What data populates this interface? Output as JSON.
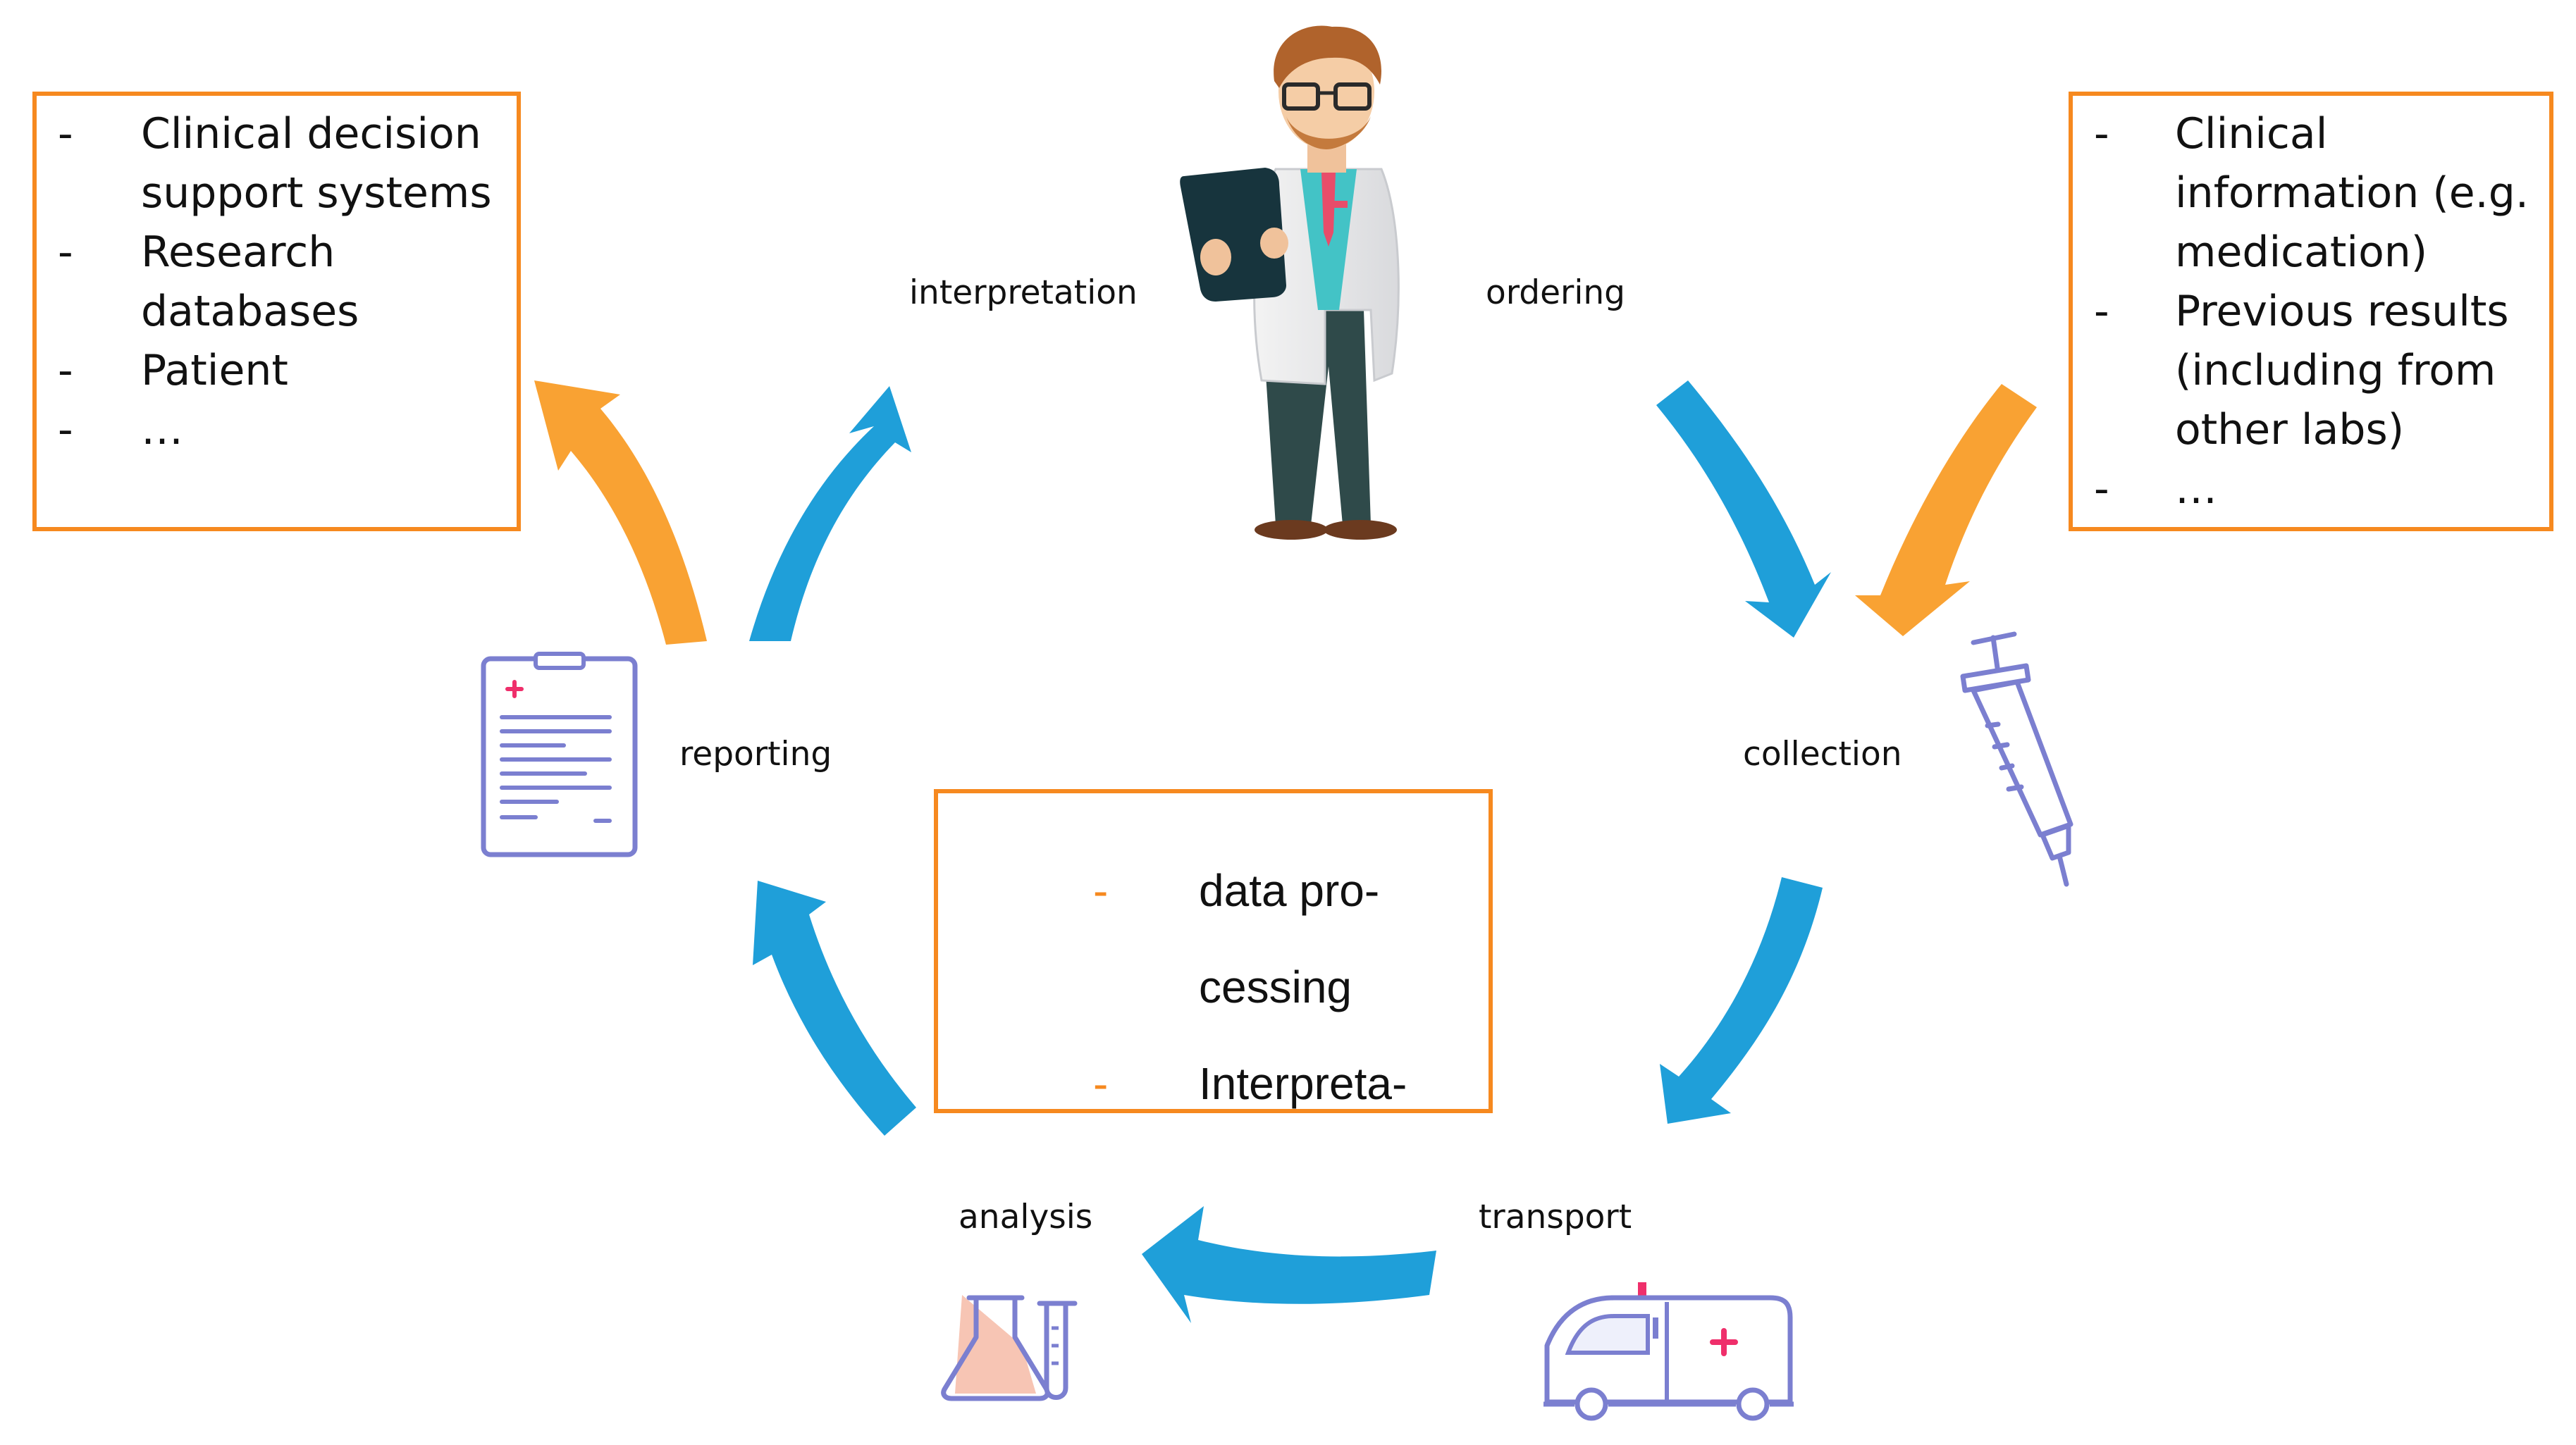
{
  "colors": {
    "cycle_arrow": "#1f9fd9",
    "input_arrow": "#f9a233",
    "box_border": "#f6891f",
    "icon_outline": "#7b7fd0",
    "icon_accent": "#ef2f6b"
  },
  "stages": {
    "interpretation": "interpretation",
    "ordering": "ordering",
    "collection": "collection",
    "transport": "transport",
    "analysis": "analysis",
    "reporting": "reporting"
  },
  "boxes": {
    "left": {
      "items": [
        {
          "dash": "-",
          "text": "Clinical decision support systems"
        },
        {
          "dash": "-",
          "text": "Research databases"
        },
        {
          "dash": "-",
          "text": "Patient"
        },
        {
          "dash": "-",
          "text": "…"
        }
      ]
    },
    "right": {
      "items": [
        {
          "dash": "-",
          "text": "Clinical information (e.g. medication)"
        },
        {
          "dash": "-",
          "text": "Previous results (including from other labs)"
        },
        {
          "dash": "-",
          "text": "…"
        }
      ]
    },
    "center": {
      "items": [
        {
          "dash": "-",
          "text": "data pro-"
        },
        {
          "dash": "",
          "text": "cessing"
        },
        {
          "dash": "-",
          "text": "Interpreta-"
        }
      ]
    }
  },
  "icons": {
    "doctor": "doctor-illustration",
    "syringe": "syringe-icon",
    "ambulance": "ambulance-icon",
    "lab": "lab-flask-icon",
    "report": "clipboard-report-icon"
  }
}
